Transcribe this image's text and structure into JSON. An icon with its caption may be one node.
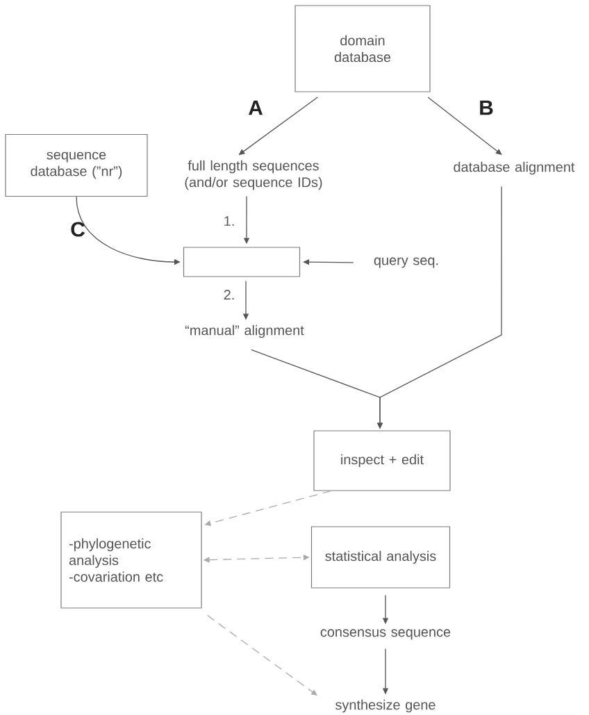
{
  "diagram": {
    "nodes": [
      {
        "text": [
          "domain database"
        ]
      },
      {
        "text": [
          "full length sequences (and/or sequence IDs)"
        ]
      },
      {
        "text": [
          "database alignment"
        ]
      },
      {
        "text": [
          "sequence database (”nr”)"
        ]
      },
      {
        "text": [],
        "shape": "box"
      },
      {
        "text": [
          "query seq."
        ]
      },
      {
        "text": [
          "“manual” alignment"
        ]
      },
      {
        "text": [
          "inspect + edit"
        ]
      },
      {
        "text": [
          "-phylogenetic analysis",
          "-covariation etc"
        ]
      },
      {
        "text": [
          "statistical analysis"
        ]
      },
      {
        "text": [
          "consensus sequence"
        ]
      },
      {
        "text": [
          "synthesize gene"
        ]
      }
    ],
    "edges": [
      {
        "from": 0,
        "to": 1,
        "arrow": "to"
      },
      {
        "from": 0,
        "to": 2,
        "arrow": "to"
      },
      {
        "from": 1,
        "to": 4,
        "arrow": "to",
        "label": "1."
      },
      {
        "from": 3,
        "to": 4,
        "arrow": "to"
      },
      {
        "from": 5,
        "to": 4,
        "arrow": "to"
      },
      {
        "from": 4,
        "to": 6,
        "arrow": "to",
        "label": "2."
      },
      {
        "from": 6,
        "to": 7,
        "arrow": "to"
      },
      {
        "from": 2,
        "to": 7,
        "arrow": "to"
      },
      {
        "from": 7,
        "to": 8,
        "arrow": "to",
        "style": "dashed",
        "color": "#aaaaaa"
      },
      {
        "from": 8,
        "to": 9,
        "arrow": "both",
        "style": "dashed",
        "color": "#aaaaaa"
      },
      {
        "from": 9,
        "to": 10,
        "arrow": "to"
      },
      {
        "from": 10,
        "to": 11,
        "arrow": "to"
      },
      {
        "from": 8,
        "to": 11,
        "arrow": "to",
        "style": "dashed",
        "color": "#aaaaaa"
      }
    ],
    "labels": [
      "A",
      "B",
      "C"
    ]
  }
}
